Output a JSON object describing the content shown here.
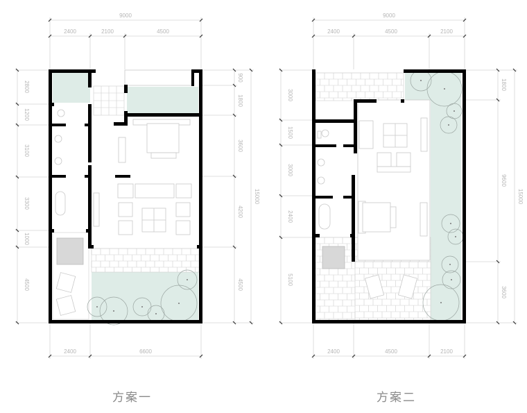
{
  "plans": [
    {
      "id": "scheme-1",
      "caption": "方案一",
      "top_dims": {
        "total": "9000",
        "parts": [
          "2400",
          "2100",
          "4500"
        ]
      },
      "bottom_dims": {
        "parts": [
          "2400",
          "6600"
        ]
      },
      "left_dims": {
        "parts": [
          "2800",
          "1200",
          "3100",
          "3300",
          "1000",
          "4500"
        ]
      },
      "right_dims": {
        "total": "15000",
        "parts": [
          "900",
          "1800",
          "3600",
          "4200",
          "4500"
        ]
      }
    },
    {
      "id": "scheme-2",
      "caption": "方案二",
      "top_dims": {
        "total": "9000",
        "parts": [
          "2400",
          "4500",
          "2100"
        ]
      },
      "bottom_dims": {
        "parts": [
          "2400",
          "4500",
          "2100"
        ]
      },
      "left_dims": {
        "parts": [
          "3000",
          "1500",
          "3000",
          "2400",
          "5100"
        ]
      },
      "right_dims": {
        "total": "15000",
        "parts": [
          "1800",
          "9600",
          "3600"
        ]
      }
    }
  ],
  "colors": {
    "wall": "#000000",
    "garden": "#deece7",
    "dimension": "#b5b5b5",
    "caption": "#8a8a8a"
  }
}
